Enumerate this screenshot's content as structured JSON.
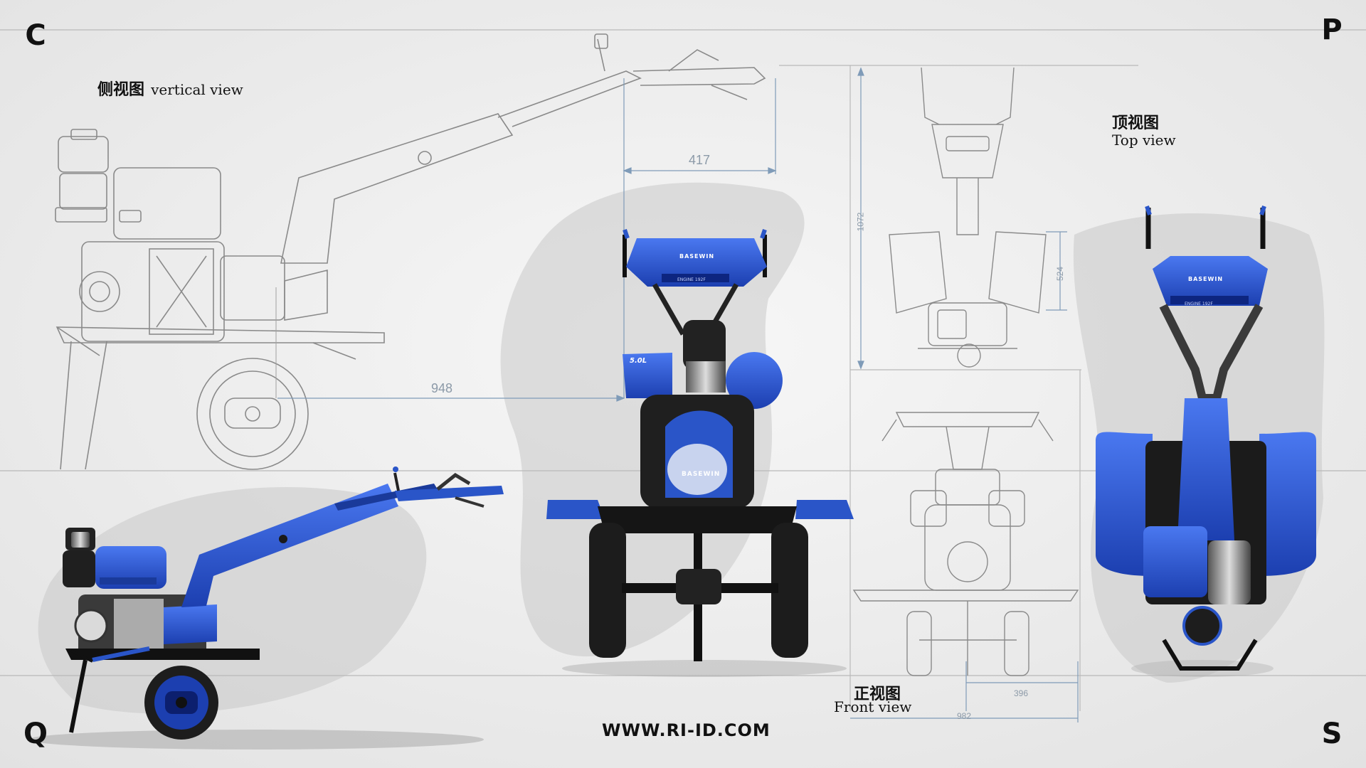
{
  "corners": {
    "top_left": "C",
    "top_right": "P",
    "bottom_left": "Q",
    "bottom_right": "S"
  },
  "views": {
    "side": {
      "cn": "侧视图",
      "en": "vertical view"
    },
    "top": {
      "cn": "顶视图",
      "en": "Top view"
    },
    "front": {
      "cn": "正视图",
      "en": "Front view"
    }
  },
  "dimensions": {
    "handle_width": "417",
    "length": "948",
    "height": "1072",
    "top_width": "524",
    "front_track": "396",
    "front_width": "982"
  },
  "product": {
    "brand": "BASEWIN",
    "engine_label": "ENGINE 192F",
    "displacement": "5.0L"
  },
  "website": "WWW.RI-ID.COM",
  "colors": {
    "brand_blue": "#2a55c8",
    "dark_blue": "#1a3a9a",
    "tire": "#1d1d1d",
    "sketch": "#8a8a8a",
    "dimension": "#7f9bb8"
  }
}
